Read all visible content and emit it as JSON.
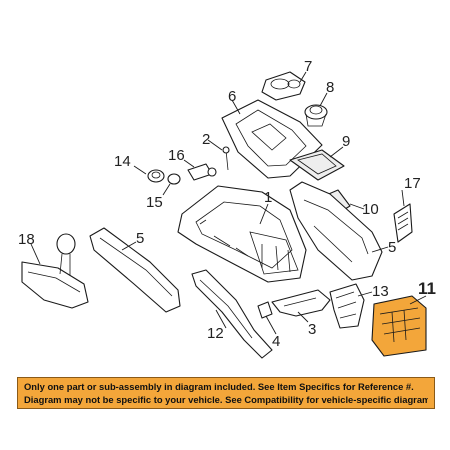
{
  "colors": {
    "highlight": "#f3a63a",
    "disclaimer_background": "#f3a63a",
    "line": "#1a1a1a"
  },
  "callouts": {
    "c1": "1",
    "c2": "2",
    "c3": "3",
    "c4": "4",
    "c5a": "5",
    "c5b": "5",
    "c6": "6",
    "c7": "7",
    "c8": "8",
    "c9": "9",
    "c10": "10",
    "c11": "11",
    "c12": "12",
    "c13": "13",
    "c14": "14",
    "c15": "15",
    "c16": "16",
    "c17": "17",
    "c18": "18"
  },
  "disclaimer": {
    "line1": "Only one part or sub-assembly in diagram included. See Item Specifics for Reference #.",
    "line2": "Diagram may not be specific to your vehicle. See Compatibility for vehicle-specific diagrams."
  }
}
